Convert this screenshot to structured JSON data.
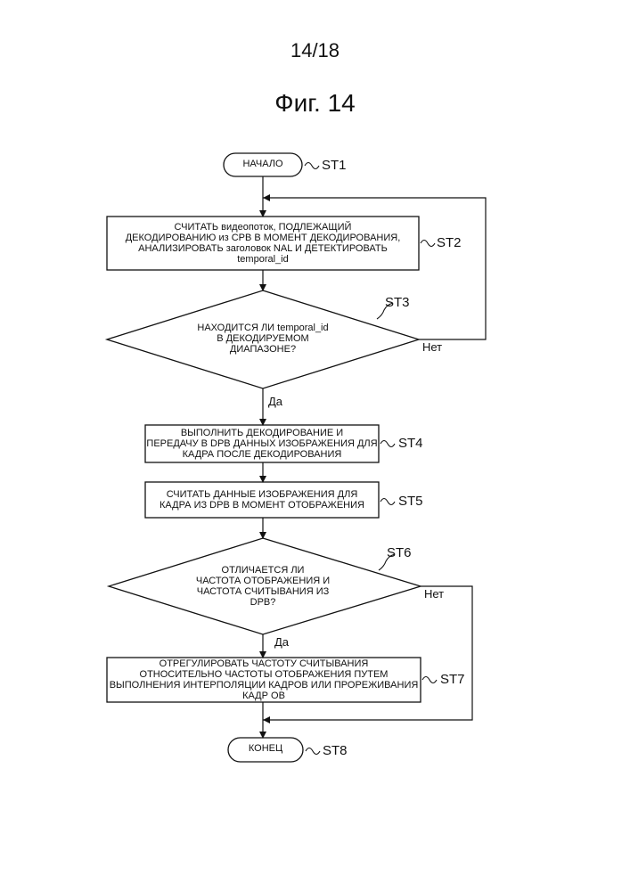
{
  "page_number": "14/18",
  "figure_title": "Фиг. 14",
  "nodes": {
    "start": {
      "text": "НАЧАЛО",
      "step": "ST1"
    },
    "st2": {
      "text": "СЧИТАТЬ видеопоток, ПОДЛЕЖАЩИЙ\nДЕКОДИРОВАНИЮ из CPB В МОМЕНТ ДЕКОДИРОВАНИЯ,\nАНАЛИЗИРОВАТЬ заголовок NAL И ДЕТЕКТИРОВАТЬ\ntemporal_id",
      "step": "ST2"
    },
    "st3": {
      "text": "НАХОДИТСЯ ЛИ temporal_id\nВ ДЕКОДИРУЕМОМ\nДИАПАЗОНЕ?",
      "step": "ST3",
      "no_label": "Нет",
      "yes_label": "Да"
    },
    "st4": {
      "text": "ВЫПОЛНИТЬ ДЕКОДИРОВАНИЕ И\nПЕРЕДАЧУ В DPB ДАННЫХ ИЗОБРАЖЕНИЯ ДЛЯ\nКАДРА ПОСЛЕ ДЕКОДИРОВАНИЯ",
      "step": "ST4"
    },
    "st5": {
      "text": "СЧИТАТЬ ДАННЫЕ ИЗОБРАЖЕНИЯ ДЛЯ\nКАДРА ИЗ DPB В МОМЕНТ ОТОБРАЖЕНИЯ",
      "step": "ST5"
    },
    "st6": {
      "text": "ОТЛИЧАЕТСЯ ЛИ\nЧАСТОТА ОТОБРАЖЕНИЯ И\nЧАСТОТА СЧИТЫВАНИЯ ИЗ\nDPB?",
      "step": "ST6",
      "no_label": "Нет",
      "yes_label": "Да"
    },
    "st7": {
      "text": "ОТРЕГУЛИРОВАТЬ ЧАСТОТУ СЧИТЫВАНИЯ\nОТНОСИТЕЛЬНО ЧАСТОТЫ ОТОБРАЖЕНИЯ ПУТЕМ\nВЫПОЛНЕНИЯ ИНТЕРПОЛЯЦИИ КАДРОВ ИЛИ ПРОРЕЖИВАНИЯ\nКАДР ОВ",
      "step": "ST7"
    },
    "end": {
      "text": "КОНЕЦ",
      "step": "ST8"
    }
  }
}
